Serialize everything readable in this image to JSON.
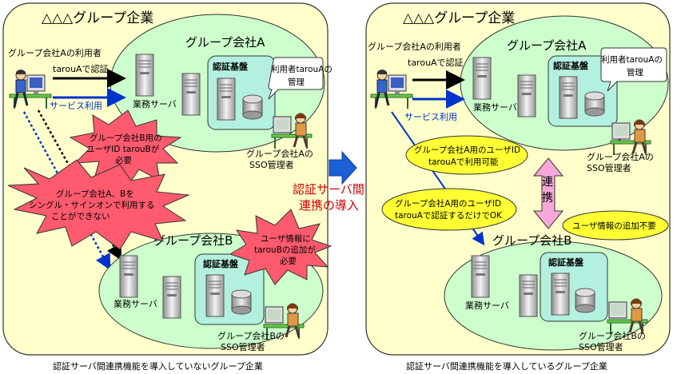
{
  "left": {
    "group_title": "△△△グループ企業",
    "user_label": "グループ会社Aの利用者",
    "auth_label": "tarouAで認証",
    "service_label": "サービス利用",
    "company_a": {
      "title": "グループ会社A",
      "server_label": "業務サーバ",
      "auth_base": "認証基盤",
      "bubble_line1": "利用者tarouAの",
      "bubble_line2": "管理",
      "sso_line1": "グループ会社Aの",
      "sso_line2": "SSO管理者"
    },
    "company_b": {
      "title": "グループ会社B",
      "server_label": "業務サーバ",
      "auth_base": "認証基盤",
      "sso_line1": "グループ会社Bの",
      "sso_line2": "SSO管理者"
    },
    "burst1": [
      "グループ会社B用の",
      "ユーザID tarouBが",
      "必要"
    ],
    "burst2": [
      "グループ会社A、Bを",
      "シングル・サインオンで利用する",
      "ことができない"
    ],
    "burst3": [
      "ユーザ情報に",
      "tarouBの追加が",
      "必要"
    ],
    "caption": "認証サーバ間連携機能を導入していないグループ企業"
  },
  "middle": {
    "line1": "認証サーバ間",
    "line2": "連携の導入"
  },
  "right": {
    "group_title": "△△△グループ企業",
    "user_label": "グループ会社Aの利用者",
    "auth_label": "tarouAで認証",
    "service_label": "サービス利用",
    "company_a": {
      "title": "グループ会社A",
      "server_label": "業務サーバ",
      "auth_base": "認証基盤",
      "bubble_line1": "利用者tarouAの",
      "bubble_line2": "管理",
      "sso_line1": "グループ会社Aの",
      "sso_line2": "SSO管理者"
    },
    "company_b": {
      "title": "グループ会社B",
      "server_label": "業務サーバ",
      "auth_base": "認証基盤",
      "sso_line1": "グループ会社Bの",
      "sso_line2": "SSO管理者"
    },
    "ellipse1": [
      "グループ会社A用のユーザID",
      "tarouAで利用可能"
    ],
    "ellipse2": [
      "グループ会社A用のユーザID",
      "tarouAで認証するだけでOK"
    ],
    "ellipse3": [
      "ユーザ情報の追加不要"
    ],
    "link_label": [
      "連",
      "携"
    ],
    "caption": "認証サーバ間連携機能を導入しているグループ企業"
  },
  "colors": {
    "panel": "#FFFFCC",
    "company": "#CCFFCC",
    "auth_box": "#B3F0E0",
    "burst": "#FF5A6E",
    "ellipse": "#FFFF33",
    "accent_blue": "#0033CC",
    "accent_red": "#CC0000",
    "link_pink": "#F7A8D8"
  },
  "icons": [
    "server-icon",
    "database-icon",
    "user-pc-icon",
    "sso-admin-icon",
    "arrow-right-icon"
  ]
}
